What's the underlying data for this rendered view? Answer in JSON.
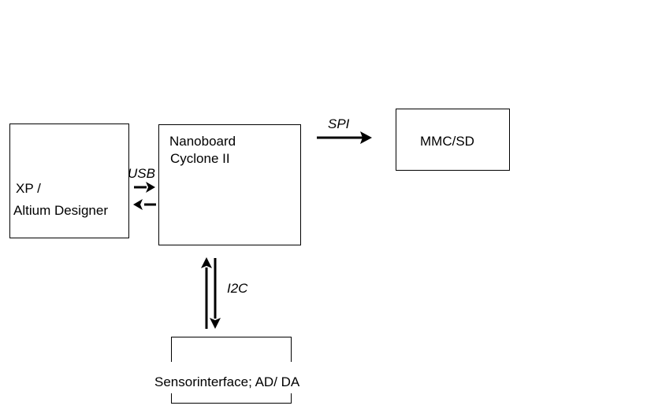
{
  "blocks": {
    "pc": {
      "line1": "XP  /",
      "line2": "Altium Designer"
    },
    "nanoboard": {
      "line1": "Nanoboard",
      "line2": "Cyclone II"
    },
    "mmc": {
      "label": "MMC/SD"
    },
    "sensor": {
      "label": "Sensorinterface; AD/ DA"
    }
  },
  "connections": {
    "usb": "USB",
    "spi": "SPI",
    "i2c": "I2C"
  }
}
